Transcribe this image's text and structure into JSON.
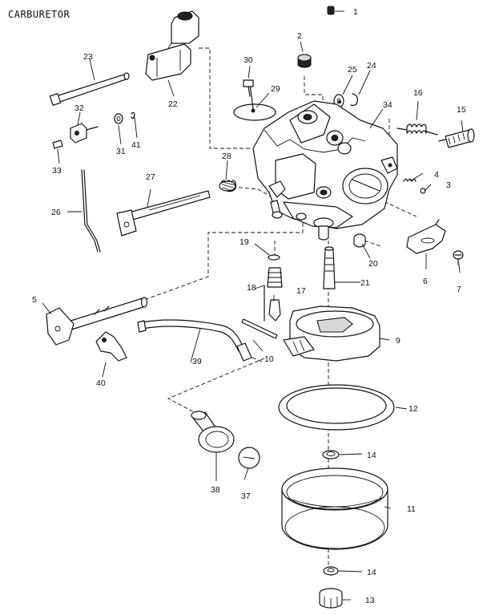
{
  "diagram": {
    "title": "CARBURETOR",
    "callouts": [
      {
        "id": "c1",
        "label": "1"
      },
      {
        "id": "c2",
        "label": "2"
      },
      {
        "id": "c3",
        "label": "3"
      },
      {
        "id": "c4",
        "label": "4"
      },
      {
        "id": "c5",
        "label": "5"
      },
      {
        "id": "c6",
        "label": "6"
      },
      {
        "id": "c7",
        "label": "7"
      },
      {
        "id": "c9",
        "label": "9"
      },
      {
        "id": "c10",
        "label": "10"
      },
      {
        "id": "c11",
        "label": "11"
      },
      {
        "id": "c12",
        "label": "12"
      },
      {
        "id": "c13",
        "label": "13"
      },
      {
        "id": "c14a",
        "label": "14"
      },
      {
        "id": "c14b",
        "label": "14"
      },
      {
        "id": "c15",
        "label": "15"
      },
      {
        "id": "c16",
        "label": "16"
      },
      {
        "id": "c17",
        "label": "17"
      },
      {
        "id": "c18",
        "label": "18"
      },
      {
        "id": "c19",
        "label": "19"
      },
      {
        "id": "c20",
        "label": "20"
      },
      {
        "id": "c21",
        "label": "21"
      },
      {
        "id": "c22",
        "label": "22"
      },
      {
        "id": "c23",
        "label": "23"
      },
      {
        "id": "c24",
        "label": "24"
      },
      {
        "id": "c25",
        "label": "25"
      },
      {
        "id": "c26",
        "label": "26"
      },
      {
        "id": "c27",
        "label": "27"
      },
      {
        "id": "c28",
        "label": "28"
      },
      {
        "id": "c29",
        "label": "29"
      },
      {
        "id": "c30",
        "label": "30"
      },
      {
        "id": "c31",
        "label": "31"
      },
      {
        "id": "c32",
        "label": "32"
      },
      {
        "id": "c33",
        "label": "33"
      },
      {
        "id": "c34",
        "label": "34"
      },
      {
        "id": "c37",
        "label": "37"
      },
      {
        "id": "c38",
        "label": "38"
      },
      {
        "id": "c39",
        "label": "39"
      },
      {
        "id": "c40",
        "label": "40"
      },
      {
        "id": "c41",
        "label": "41"
      }
    ]
  }
}
